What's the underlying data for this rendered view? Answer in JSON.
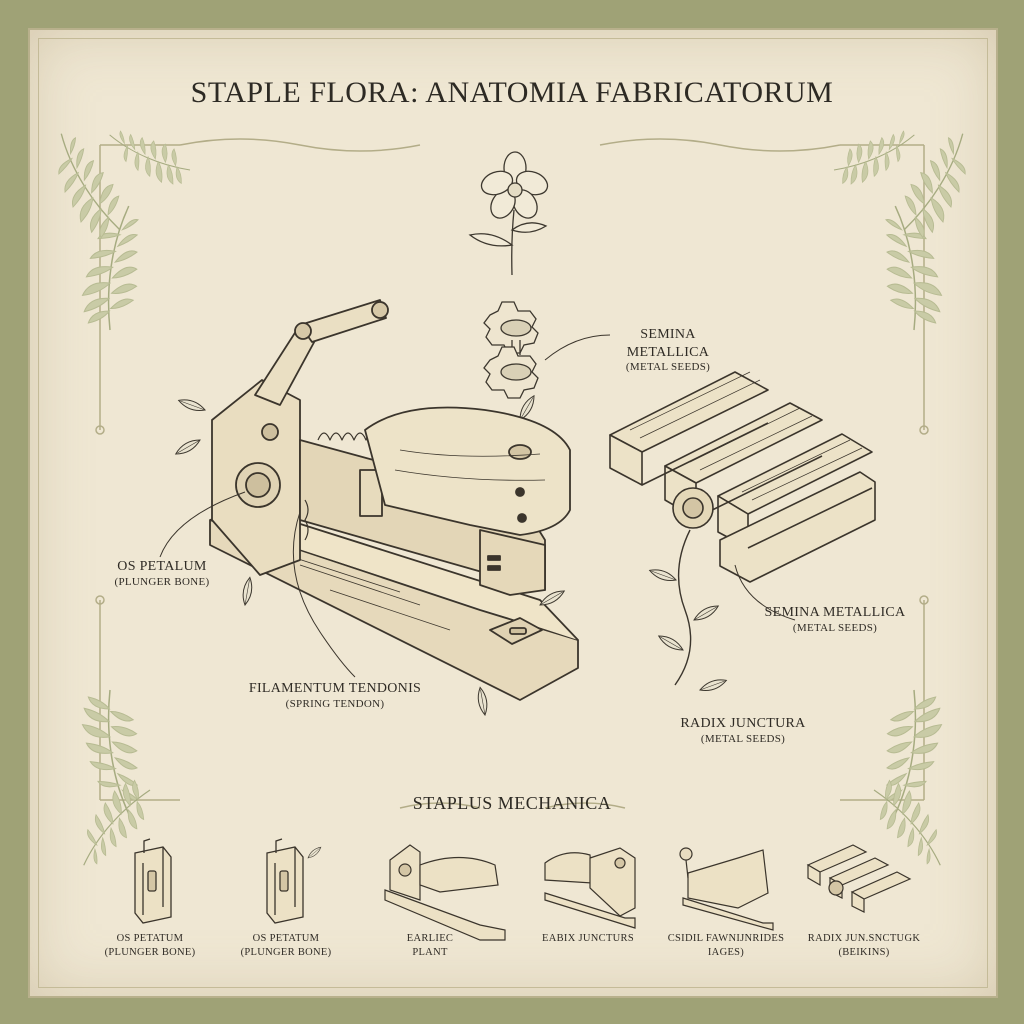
{
  "title": "STAPLE FLORA: ANATOMIA FABRICATORUM",
  "callouts": {
    "semina_top": {
      "main": "SEMINA METALLICA",
      "sub": "(METAL SEEDS)"
    },
    "os_petalum": {
      "main": "OS PETALUM",
      "sub": "(PLUNGER BONE)"
    },
    "semina_right": {
      "main": "SEMINA METALLICA",
      "sub": "(METAL SEEDS)"
    },
    "filamentum": {
      "main": "FILAMENTUM TENDONIS",
      "sub": "(SPRING TENDON)"
    },
    "radix": {
      "main": "RADIX JUNCTURA",
      "sub": "(METAL SEEDS)"
    }
  },
  "section_title": "STAPLUS MECHANICA",
  "thumbnails": [
    {
      "line1": "OS PETATUM",
      "line2": "(PLUNGER BONE)",
      "icon": "plunger-bone-icon"
    },
    {
      "line1": "OS PETATUM",
      "line2": "(PLUNGER BONE)",
      "icon": "plunger-bone-leaf-icon"
    },
    {
      "line1": "EARLIEC",
      "line2": "PLANT",
      "icon": "stapler-plant-icon"
    },
    {
      "line1": "EABIX JUNCTURS",
      "line2": "",
      "icon": "stapler-side-icon"
    },
    {
      "line1": "CSIDIL FAWNIJNRIDES",
      "line2": "IAGES)",
      "icon": "stapler-flower-icon"
    },
    {
      "line1": "RADIX JUN.SNCTUGK",
      "line2": "(BEIKINS)",
      "icon": "staple-bars-icon"
    }
  ],
  "colors": {
    "background": "#9fa276",
    "paper": "#efe7d3",
    "ink": "#2f2b25",
    "foliage": "#b8bd93"
  }
}
